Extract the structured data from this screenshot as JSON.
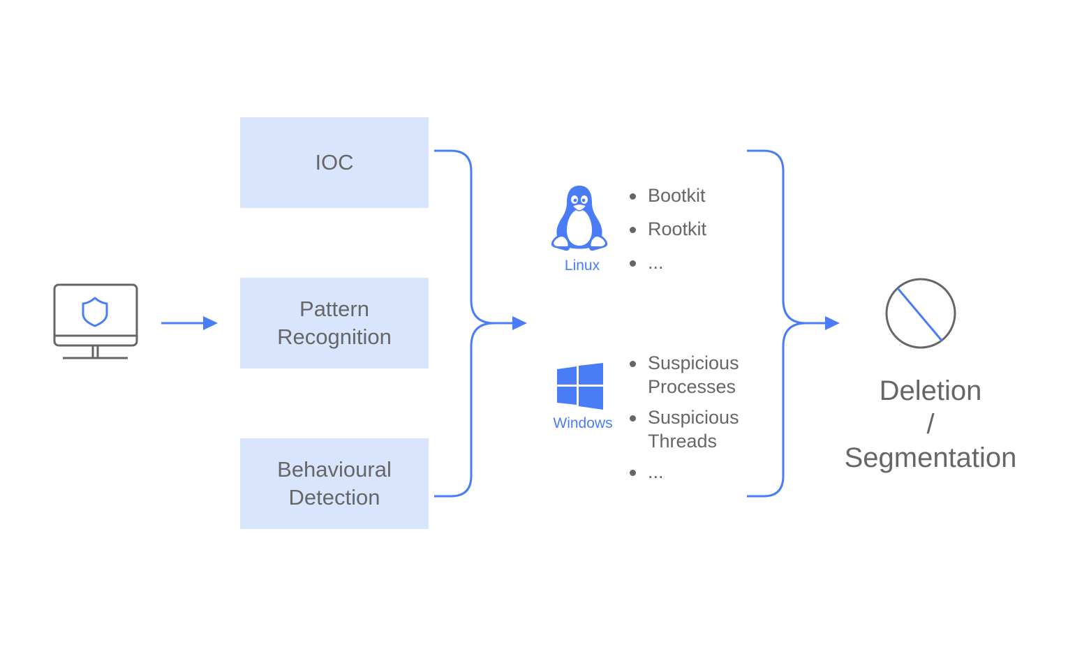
{
  "diagram": {
    "source": {
      "icon": "monitor-shield-icon"
    },
    "methods": [
      {
        "label_lines": [
          "IOC"
        ]
      },
      {
        "label_lines": [
          "Pattern",
          "Recognition"
        ]
      },
      {
        "label_lines": [
          "Behavioural",
          "Detection"
        ]
      }
    ],
    "platforms": [
      {
        "name": "Linux",
        "icon": "linux-penguin-icon",
        "items": [
          "Bootkit",
          "Rootkit",
          "..."
        ]
      },
      {
        "name": "Windows",
        "icon": "windows-logo-icon",
        "items": [
          "Suspicious Processes",
          "Suspicious Threads",
          "..."
        ]
      }
    ],
    "result": {
      "icon": "prohibited-circle-icon",
      "label_lines": [
        "Deletion",
        "/",
        "Segmentation"
      ]
    },
    "colors": {
      "accent": "#4a7cf7",
      "box_fill": "#d9e4fd",
      "text": "#666666",
      "icon_stroke": "#666666"
    }
  }
}
